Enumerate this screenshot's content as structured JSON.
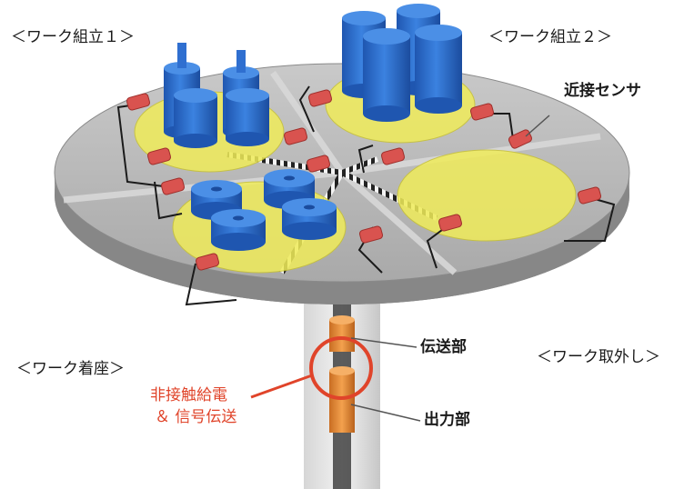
{
  "labels": {
    "work_assembly_1": "＜ワーク組立１＞",
    "work_assembly_2": "＜ワーク組立２＞",
    "proximity_sensor": "近接センサ",
    "work_seating": "＜ワーク着座＞",
    "work_removal": "＜ワーク取外し＞",
    "transmission_part": "伝送部",
    "output_part": "出力部",
    "noncontact_power_line1": "非接触給電",
    "noncontact_power_line2": "＆ 信号伝送"
  },
  "colors": {
    "table_top": "#b3b3b3",
    "table_side": "#8e8e8e",
    "work_blue": "#2f6fd0",
    "fixture_yellow": "#f0ec5a",
    "sensor_red": "#d9534f",
    "callout_red": "#e0442a",
    "coupler_orange": "#e8903a"
  }
}
